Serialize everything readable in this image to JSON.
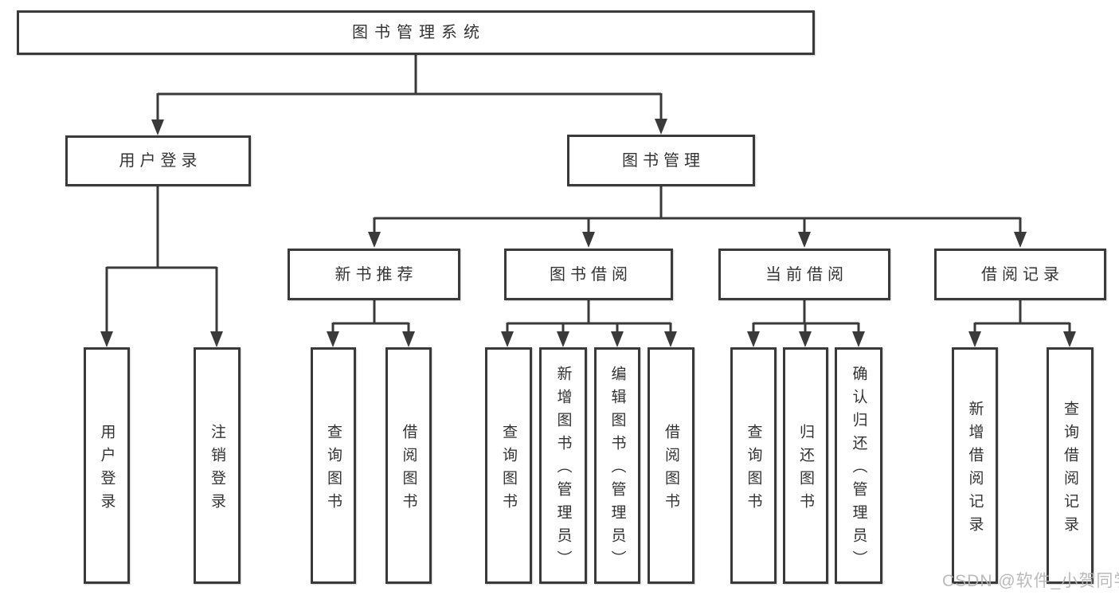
{
  "tree": {
    "root": {
      "label": "图书管理系统"
    },
    "level2": [
      {
        "label": "用户登录"
      },
      {
        "label": "图书管理"
      }
    ],
    "level3": [
      {
        "label": "新书推荐"
      },
      {
        "label": "图书借阅"
      },
      {
        "label": "当前借阅"
      },
      {
        "label": "借阅记录"
      }
    ],
    "leaves": [
      {
        "label": "用户登录"
      },
      {
        "label": "注销登录"
      },
      {
        "label": "查询图书"
      },
      {
        "label": "借阅图书"
      },
      {
        "label": "查询图书"
      },
      {
        "label": "新增图书（管理员）"
      },
      {
        "label": "编辑图书（管理员）"
      },
      {
        "label": "借阅图书"
      },
      {
        "label": "查询图书"
      },
      {
        "label": "归还图书"
      },
      {
        "label": "确认归还（管理员）"
      },
      {
        "label": "新增借阅记录"
      },
      {
        "label": "查询借阅记录"
      }
    ],
    "watermark": "CSDN @软件_小贺同学",
    "colors": {
      "line": "#3a3a3a",
      "text": "#333333",
      "background": "#ffffff",
      "watermark": "#b2b2b2"
    }
  }
}
